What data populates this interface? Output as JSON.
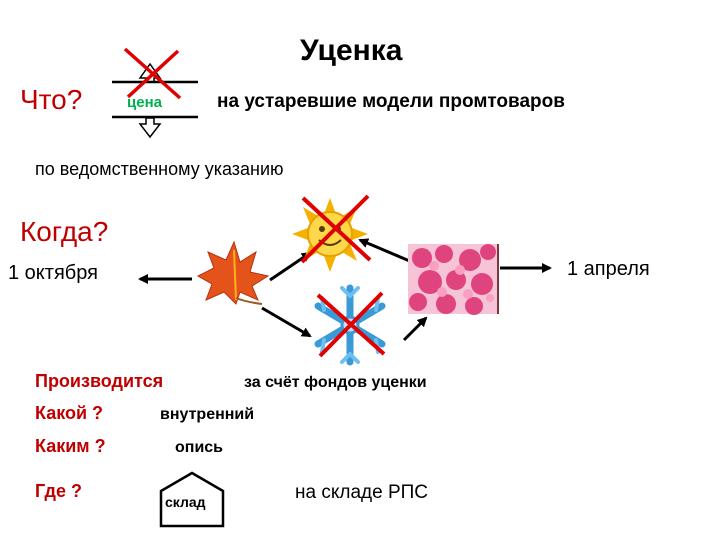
{
  "title": "Уценка",
  "what": {
    "question": "Что?",
    "price_word": "цена",
    "models_text": "на устаревшие модели промтоваров",
    "by_dept_text": "по ведомственному указанию"
  },
  "when": {
    "question": "Когда?",
    "oct_date": "1 октября",
    "apr_date": "1 апреля"
  },
  "details": {
    "produced_label": "Производится",
    "produced_value": "за счёт фондов уценки",
    "kind_label": "Какой ?",
    "kind_value": "внутренний",
    "how_label": "Каким ?",
    "how_value": "опись",
    "where_label": "Где ?",
    "where_value": "на складе РПС",
    "warehouse_label": "склад"
  },
  "colors": {
    "question": "#c00000",
    "price_word": "#00b050",
    "cross": "#e00000"
  },
  "icons": [
    "autumn-leaf-icon",
    "sun-icon",
    "snowflake-icon",
    "blossom-icon"
  ]
}
